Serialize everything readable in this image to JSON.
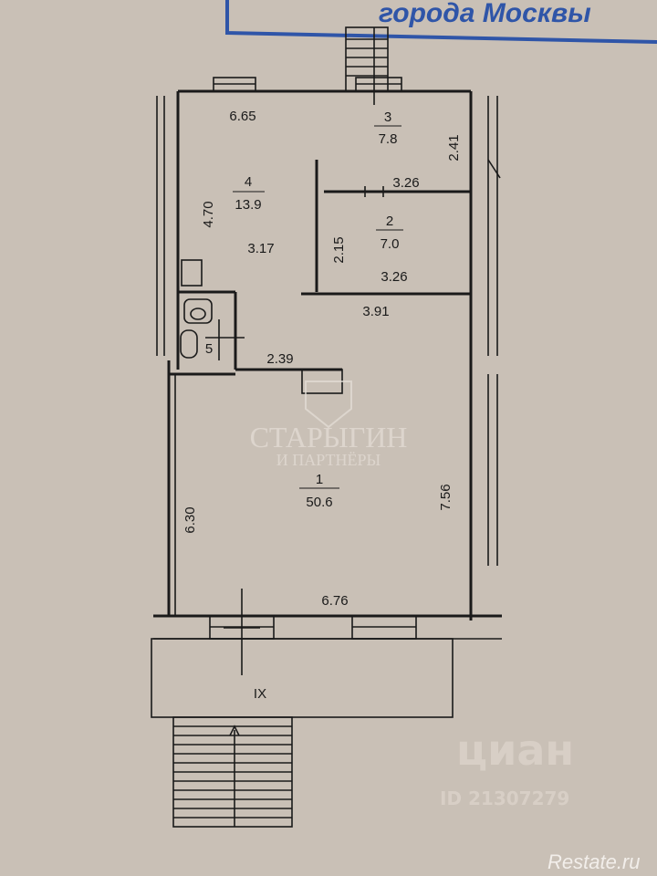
{
  "stamp": {
    "text": "города Москвы",
    "color": "#2f55a8"
  },
  "rooms": [
    {
      "number": "1",
      "area": "50.6"
    },
    {
      "number": "2",
      "area": "7.0"
    },
    {
      "number": "3",
      "area": "7.8"
    },
    {
      "number": "4",
      "area": "13.9"
    },
    {
      "number": "5"
    }
  ],
  "porch_label": "IX",
  "dimensions": {
    "d665": "6.65",
    "d241": "2.41",
    "d326a": "3.26",
    "d470": "4.70",
    "d317": "3.17",
    "d215": "2.15",
    "d326b": "3.26",
    "d391": "3.91",
    "d239": "2.39",
    "d630": "6.30",
    "d756": "7.56",
    "d676": "6.76"
  },
  "watermarks": {
    "agency_line1": "СТАРЫГИН",
    "agency_line2": "И ПАРТНЁРЫ",
    "cian": "циан",
    "cian_id": "ID 21307279",
    "restate": "Restate.ru"
  },
  "colors": {
    "paper": "#c9c0b6",
    "line": "#1a1a1a",
    "stamp": "#2f55a8"
  }
}
